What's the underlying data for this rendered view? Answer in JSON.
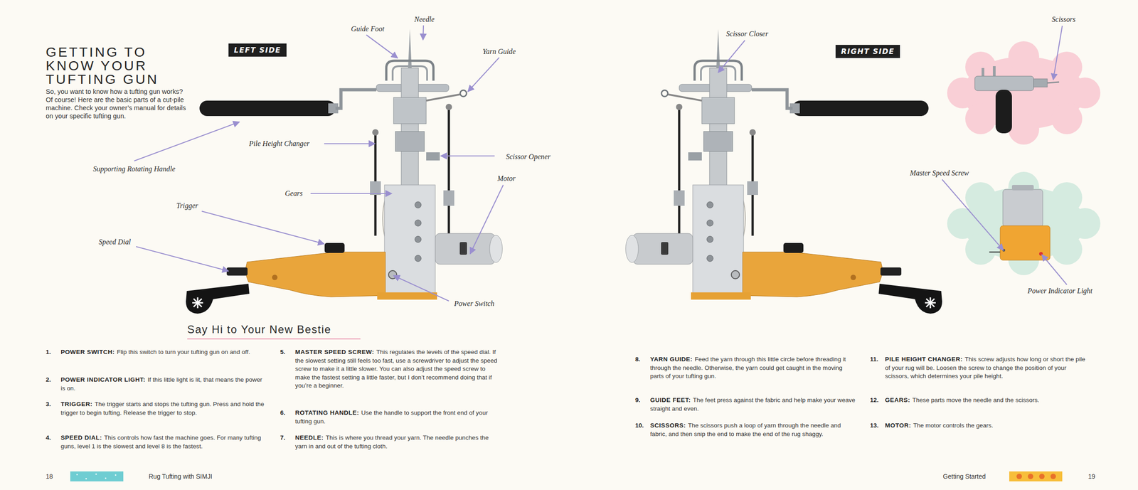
{
  "diagram": {
    "title": "GETTING TO KNOW YOUR TUFTING GUN",
    "nodes": [
      {
        "text": [
          "LEFT SIDE"
        ]
      },
      {
        "text": [
          "RIGHT SIDE"
        ]
      }
    ],
    "labels": [
      "So, you want to know how a tufting gun works? Of course! Here are the basic parts of a cut-pile machine. Check your owner’s manual for details on your specific tufting gun.",
      "Needle",
      "Guide Foot",
      "Yarn Guide",
      "Supporting Rotating Handle",
      "Pile Height Changer",
      "Scissor Opener",
      "Gears",
      "Motor",
      "Trigger",
      "Speed Dial",
      "Power Switch",
      "Scissor Closer",
      "Scissors",
      "Master Speed Screw",
      "Power Indicator Light",
      "Say Hi to Your New Bestie",
      "1.",
      "POWER SWITCH:",
      "Flip this switch to turn your tufting gun on and off.",
      "2.",
      "POWER INDICATOR LIGHT:",
      "If this little light is lit, that means the power is on.",
      "3.",
      "TRIGGER:",
      "The trigger starts and stops the tufting gun. Press and hold the trigger to begin tufting. Release the trigger to stop.",
      "4.",
      "SPEED DIAL:",
      "This controls how fast the machine goes. For many tufting guns, level 1 is the slowest and level 8 is the fastest.",
      "5.",
      "MASTER SPEED SCREW:",
      "This regulates the levels of the speed dial. If the slowest setting still feels too fast, use a screwdriver to adjust the speed screw to make it a little slower. You can also adjust the speed screw to make the fastest setting a little faster, but I don’t recommend doing that if you’re a beginner.",
      "6.",
      "ROTATING HANDLE:",
      "Use the handle to support the front end of your tufting gun.",
      "7.",
      "NEEDLE:",
      "This is where you thread your yarn. The needle punches the yarn in and out of the tufting cloth.",
      "8.",
      "YARN GUIDE:",
      "Feed the yarn through this little circle before threading it through the needle. Otherwise, the yarn could get caught in the moving parts of your tufting gun.",
      "9.",
      "GUIDE FEET:",
      "The feet press against the fabric and help make your weave straight and even.",
      "10.",
      "SCISSORS:",
      "The scissors push a loop of yarn through the needle and fabric, and then snip the end to make the end of the rug shaggy.",
      "11.",
      "PILE HEIGHT CHANGER:",
      "This screw adjusts how long or short the pile of your rug will be. Loosen the screw to change the position of your scissors, which determines your pile height.",
      "12.",
      "GEARS:",
      "These parts move the needle and the scissors.",
      "13.",
      "MOTOR:",
      "The motor controls the gears.",
      "18",
      "Rug Tufting with SIMJI",
      "Getting Started",
      "19"
    ]
  }
}
